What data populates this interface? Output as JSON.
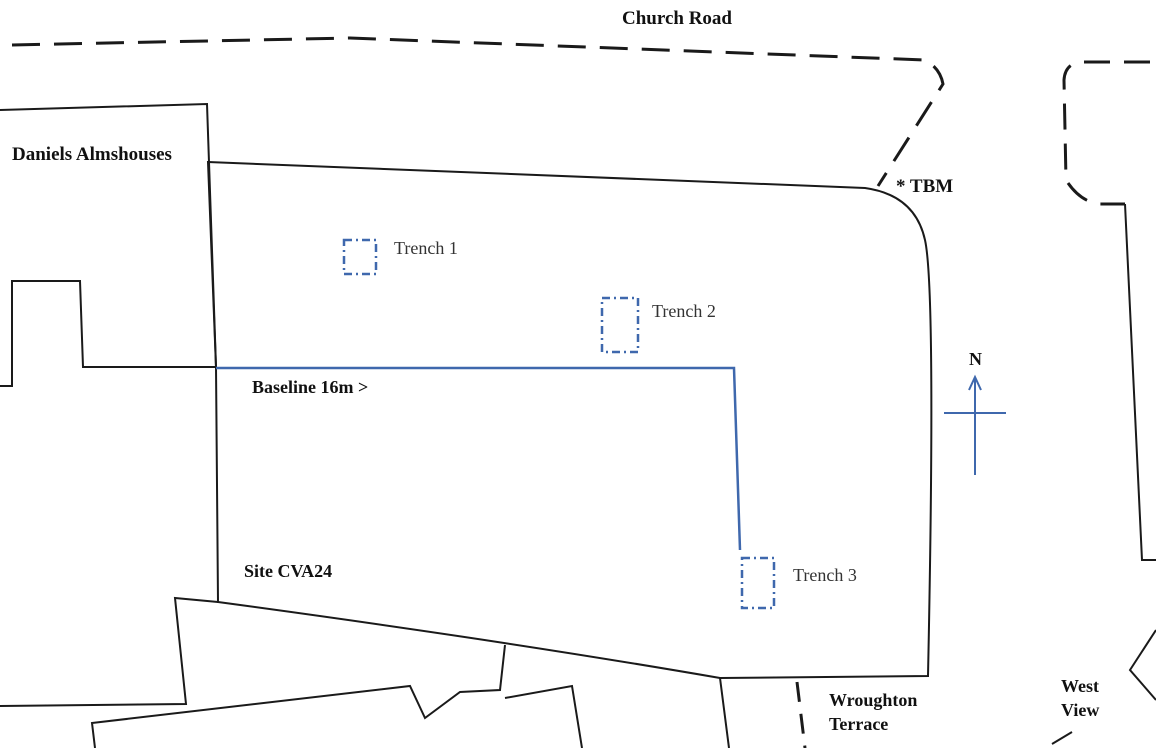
{
  "streets": {
    "church_road": "Church Road",
    "wroughton_terrace_line1": "Wroughton",
    "wroughton_terrace_line2": "Terrace",
    "west_view_line1": "West",
    "west_view_line2": "View"
  },
  "buildings": {
    "almshouses": "Daniels Almshouses"
  },
  "site": {
    "name": "Site CVA24",
    "baseline": "Baseline 16m >",
    "tbm": "* TBM"
  },
  "trenches": [
    {
      "label": "Trench 1"
    },
    {
      "label": "Trench 2"
    },
    {
      "label": "Trench 3"
    }
  ],
  "compass": {
    "north_label": "N"
  },
  "colors": {
    "outline": "#1a1a1a",
    "survey_blue": "#3f68ad",
    "paper": "#ffffff"
  }
}
